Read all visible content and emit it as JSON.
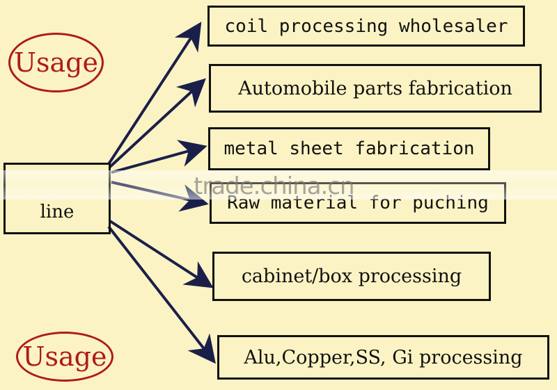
{
  "source": {
    "label": "line"
  },
  "usage_labels": [
    "Usage",
    "Usage"
  ],
  "targets": [
    {
      "label": "coil processing wholesaler"
    },
    {
      "label": "Automobile parts fabrication"
    },
    {
      "label": "metal sheet fabrication"
    },
    {
      "label": "Raw material for puching"
    },
    {
      "label": "cabinet/box processing"
    },
    {
      "label": "Alu,Copper,SS, Gi processing"
    }
  ],
  "watermark": "trade.china.cn",
  "colors": {
    "background": "#fbf3c3",
    "box_border": "#111111",
    "arrow": "#1a1f4a",
    "usage_red": "#b01a1a"
  }
}
